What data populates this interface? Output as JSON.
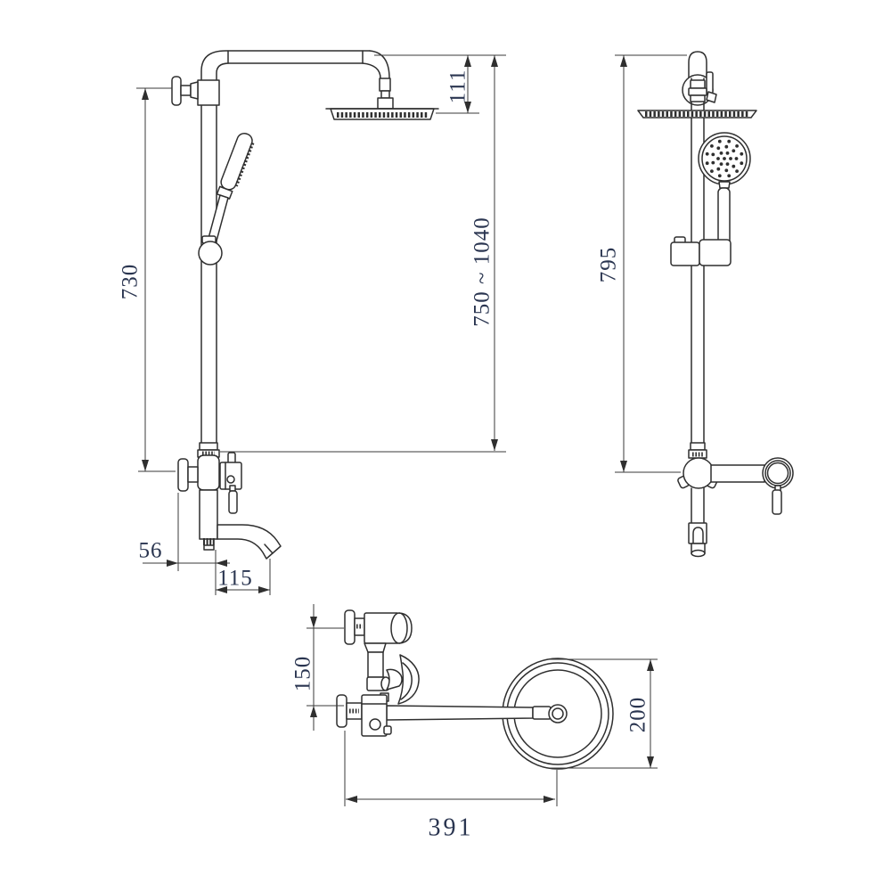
{
  "drawing": {
    "background": "#ffffff",
    "line_color": "#2f2f2f",
    "text_color": "#2a3550"
  },
  "views": {
    "front": {
      "dimensions": {
        "height_730": "730",
        "head_drop_111": "111",
        "column_range": "750 ~ 1040",
        "wall_offset_56": "56",
        "spout_reach_115": "115"
      }
    },
    "side": {
      "dimensions": {
        "height_795": "795"
      }
    },
    "top": {
      "dimensions": {
        "spacing_150": "150",
        "head_diameter_200": "200",
        "arm_reach_391": "391"
      }
    }
  }
}
